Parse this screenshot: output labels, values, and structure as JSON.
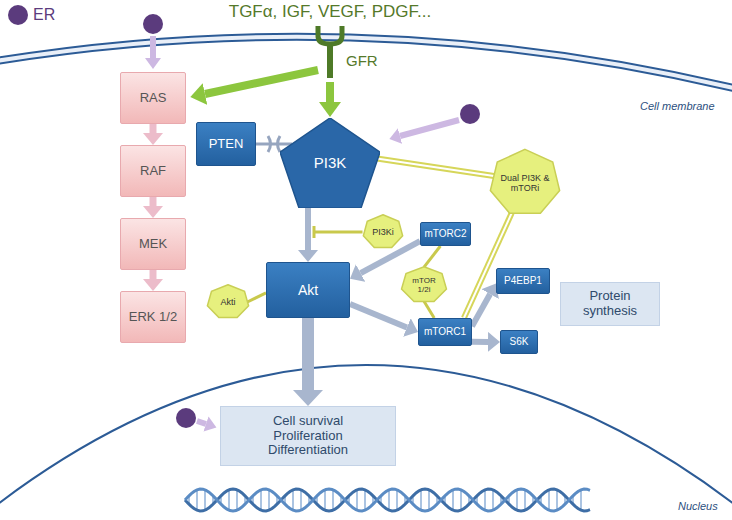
{
  "diagram": {
    "nodes": [
      {
        "text": [
          "RAS"
        ]
      },
      {
        "text": [
          "RAF"
        ]
      },
      {
        "text": [
          "MEK"
        ]
      },
      {
        "text": [
          "ERK 1/2"
        ]
      },
      {
        "text": [
          "PTEN"
        ]
      },
      {
        "text": [
          "PI3K"
        ]
      },
      {
        "text": [
          "PI3Ki"
        ]
      },
      {
        "text": [
          "Akt"
        ]
      },
      {
        "text": [
          "Akti"
        ]
      },
      {
        "text": [
          "mTORC2"
        ]
      },
      {
        "text": [
          "mTOR 1/2i"
        ]
      },
      {
        "text": [
          "mTORC1"
        ]
      },
      {
        "text": [
          "Dual PI3K & mTORi"
        ]
      },
      {
        "text": [
          "P4EBP1"
        ]
      },
      {
        "text": [
          "Protein synthesis"
        ]
      },
      {
        "text": [
          "S6K"
        ]
      },
      {
        "text": [
          "Cell survival",
          "Proliferation",
          "Differentiation"
        ]
      }
    ],
    "edges": [
      {
        "from": 0,
        "to": 1,
        "arrow": "to"
      },
      {
        "from": 1,
        "to": 2,
        "arrow": "to"
      },
      {
        "from": 2,
        "to": 3,
        "arrow": "to"
      },
      {
        "from": 4,
        "to": 5,
        "arrow": "none"
      },
      {
        "from": 5,
        "to": 7,
        "arrow": "to"
      },
      {
        "from": 9,
        "to": 7,
        "arrow": "to"
      },
      {
        "from": 7,
        "to": 11,
        "arrow": "to"
      },
      {
        "from": 11,
        "to": 13,
        "arrow": "to"
      },
      {
        "from": 11,
        "to": 15,
        "arrow": "to"
      },
      {
        "from": 7,
        "to": 16,
        "arrow": "to"
      },
      {
        "from": 12,
        "to": 5,
        "arrow": "none"
      },
      {
        "from": 12,
        "to": 11,
        "arrow": "none"
      },
      {
        "from": 8,
        "to": 7,
        "arrow": "none"
      },
      {
        "from": 10,
        "to": 9,
        "arrow": "none"
      },
      {
        "from": 10,
        "to": 11,
        "arrow": "none"
      }
    ],
    "labels": [
      "TGFα, IGF, VEGF, PDGF...",
      "GFR",
      "Cell membrane",
      "Nucleus"
    ],
    "legend": [
      {
        "text": "ER",
        "color": "#5b3b7d"
      }
    ]
  }
}
